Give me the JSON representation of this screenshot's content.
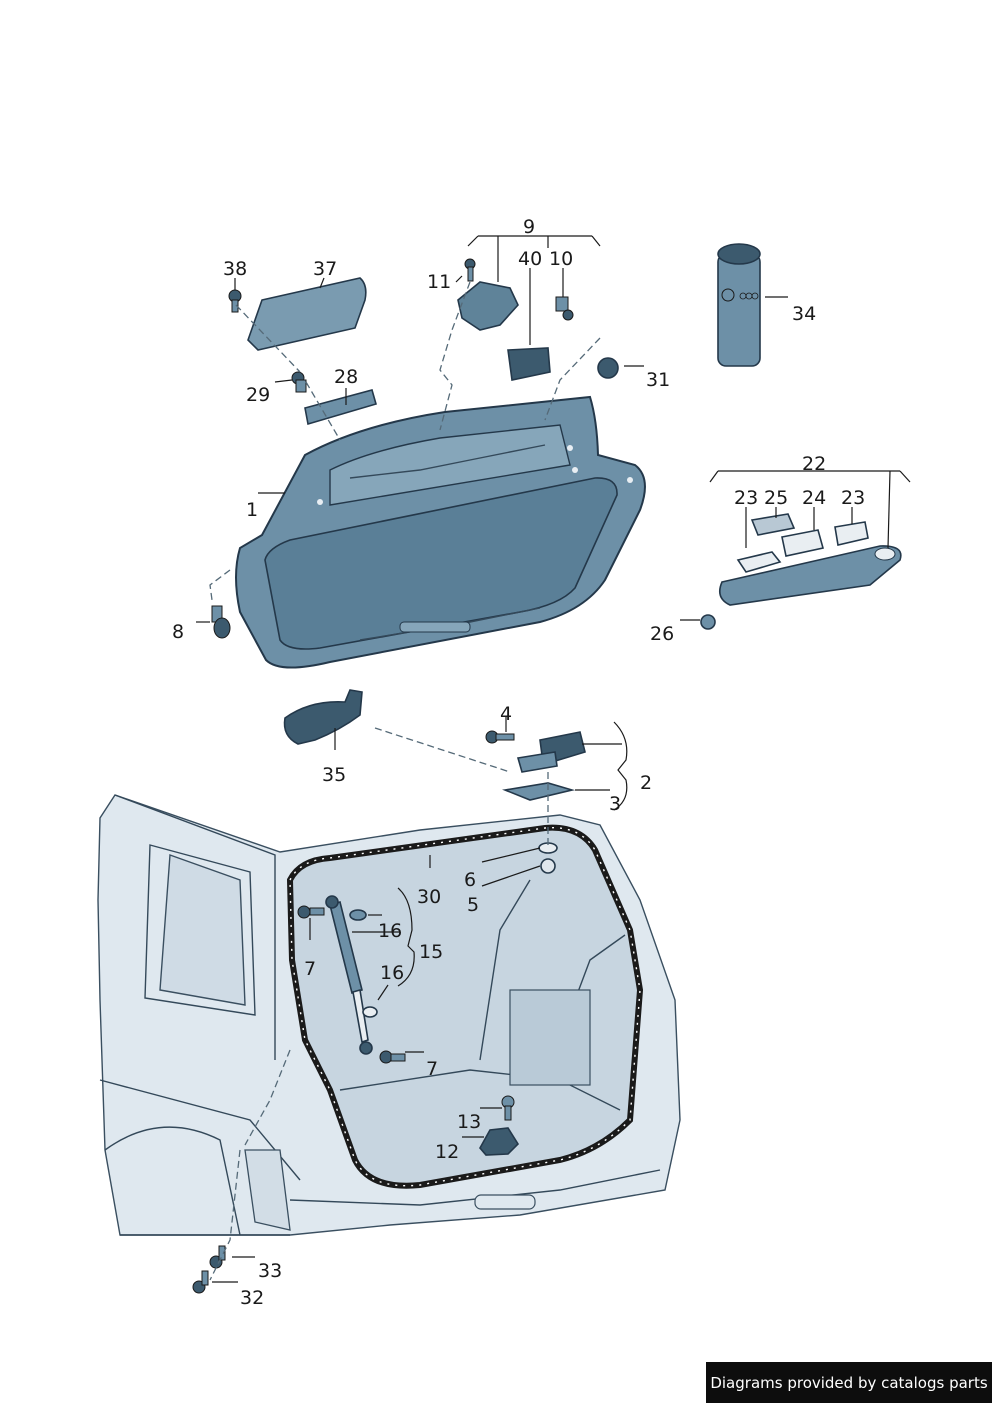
{
  "diagram": {
    "colors": {
      "part_fill": "#6d90a7",
      "part_dark": "#3c5a6e",
      "body_fill": "#dde6ee",
      "line": "#1a1a1a"
    },
    "callouts": {
      "c1": "1",
      "c2": "2",
      "c3": "3",
      "c4": "4",
      "c5": "5",
      "c6": "6",
      "c7a": "7",
      "c7b": "7",
      "c8": "8",
      "c9": "9",
      "c10": "10",
      "c11": "11",
      "c12": "12",
      "c13": "13",
      "c15": "15",
      "c16a": "16",
      "c16b": "16",
      "c22": "22",
      "c23a": "23",
      "c23b": "23",
      "c24": "24",
      "c25": "25",
      "c26": "26",
      "c28": "28",
      "c29": "29",
      "c30": "30",
      "c31": "31",
      "c32": "32",
      "c33": "33",
      "c34": "34",
      "c35": "35",
      "c37": "37",
      "c38": "38",
      "c40": "40"
    }
  },
  "footer": {
    "text": "Diagrams provided by catalogs parts"
  }
}
